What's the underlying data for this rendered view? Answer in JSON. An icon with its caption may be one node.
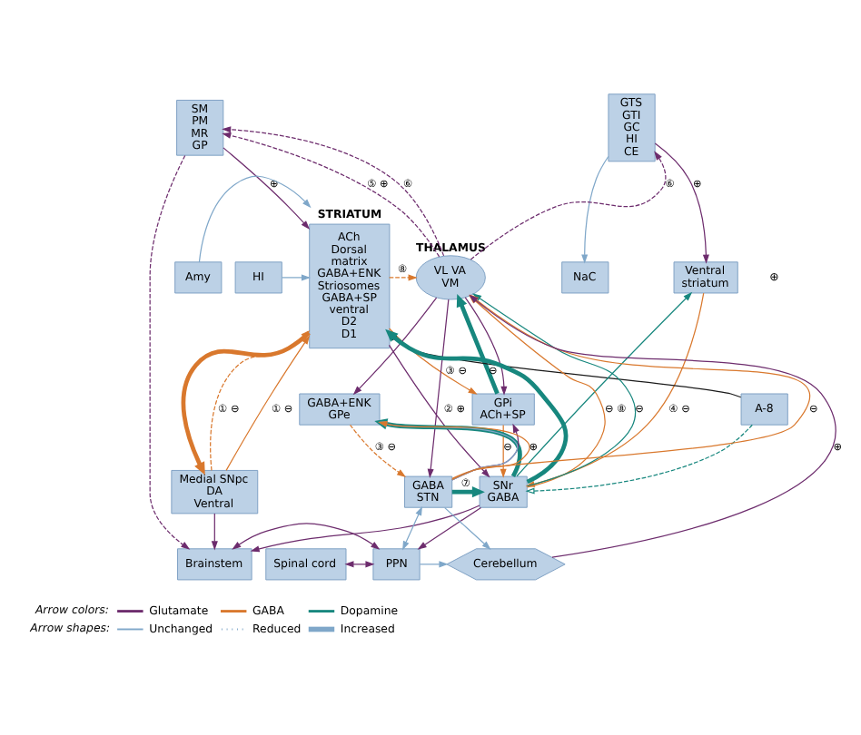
{
  "diagram": {
    "nodes": [
      {
        "text": [
          "SM",
          "PM",
          "MR",
          "GP"
        ]
      },
      {
        "text": [
          "GTS",
          "GTI",
          "GC",
          "HI",
          "CE"
        ]
      },
      {
        "text": [
          "STRIATUM",
          "ACh",
          "Dorsal matrix GABA+ENK",
          "Striosomes GABA+SP ventral",
          "D2",
          "D1"
        ]
      },
      {
        "text": [
          "Ventral striatum"
        ]
      },
      {
        "text": [
          "NaC"
        ]
      },
      {
        "text": [
          "VL VA",
          "VM"
        ],
        "beside": [
          "THALAMUS"
        ]
      },
      {
        "text": [
          "GPi",
          "ACh+SP"
        ]
      },
      {
        "text": [
          "GABA+ENK",
          "GPe"
        ]
      },
      {
        "text": [
          "A-8"
        ]
      },
      {
        "text": [
          "Amy"
        ]
      },
      {
        "text": [
          "HI"
        ]
      },
      {
        "text": [
          "Medial SNpc",
          "DA",
          "Ventral"
        ]
      },
      {
        "text": [
          "SNr",
          "GABA"
        ]
      },
      {
        "text": [
          "GABA",
          "STN"
        ]
      },
      {
        "text": [
          "Brainstem"
        ]
      },
      {
        "text": [
          "Spinal cord"
        ]
      },
      {
        "text": [
          "PPN"
        ]
      },
      {
        "text": [
          "Cerebellum"
        ]
      }
    ],
    "edges": [
      {
        "from": 5,
        "to": 0,
        "arrow": "to",
        "style": "dashed",
        "label": "⑤ ⊕"
      },
      {
        "from": 5,
        "to": 0,
        "arrow": "to",
        "style": "dashed",
        "label": "⑥"
      },
      {
        "from": 5,
        "to": 1,
        "arrow": "to",
        "style": "dashed",
        "label": "⑥"
      },
      {
        "from": 0,
        "to": 14,
        "arrow": "to",
        "style": "dashed"
      },
      {
        "from": 0,
        "to": 2,
        "arrow": "to",
        "label": "⊕"
      },
      {
        "from": 1,
        "to": 3,
        "arrow": "to",
        "label": "⊕"
      },
      {
        "from": 1,
        "to": 4,
        "arrow": "to",
        "color": "#7fa7c9"
      },
      {
        "from": 2,
        "to": 5,
        "arrow": "to",
        "style": "dashed",
        "color": "#d9782d",
        "label": "⑧"
      },
      {
        "from": 9,
        "to": 2,
        "arrow": "to",
        "color": "#7fa7c9"
      },
      {
        "from": 10,
        "to": 2,
        "arrow": "to",
        "color": "#7fa7c9"
      },
      {
        "from": 2,
        "to": 11,
        "arrow": "to",
        "style": "thick",
        "color": "#d9782d"
      },
      {
        "from": 11,
        "to": 2,
        "arrow": "to",
        "style": "dashed",
        "color": "#d9782d",
        "label": "① ⊖"
      },
      {
        "from": 11,
        "to": 2,
        "arrow": "to",
        "color": "#d9782d",
        "label": "① ⊖"
      },
      {
        "from": 2,
        "to": 12,
        "arrow": "to",
        "label": "② ⊕"
      },
      {
        "from": 2,
        "to": 6,
        "arrow": "to",
        "color": "#d9782d",
        "label": "③ ⊖"
      },
      {
        "from": 8,
        "to": 2,
        "arrow": "to",
        "color": "#1a1a1a"
      },
      {
        "from": 8,
        "to": 12,
        "arrow": "to",
        "style": "dashed",
        "color": "#17877e"
      },
      {
        "from": 12,
        "to": 3,
        "arrow": "to",
        "color": "#17877e"
      },
      {
        "from": 12,
        "to": 2,
        "arrow": "to",
        "style": "thick",
        "color": "#17877e"
      },
      {
        "from": 12,
        "to": 7,
        "arrow": "to",
        "style": "thick",
        "color": "#17877e"
      },
      {
        "from": 3,
        "to": 12,
        "arrow": "to",
        "color": "#d9782d",
        "label": "④ ⊖"
      },
      {
        "from": 6,
        "to": 12,
        "arrow": "to",
        "color": "#d9782d",
        "label": "⊖"
      },
      {
        "from": 6,
        "to": 5,
        "arrow": "to",
        "style": "thick",
        "color": "#17877e",
        "label": "⊖"
      },
      {
        "from": 5,
        "to": 6,
        "arrow": "to"
      },
      {
        "from": 5,
        "to": 7,
        "arrow": "to"
      },
      {
        "from": 5,
        "to": 13,
        "arrow": "to"
      },
      {
        "from": 13,
        "to": 6,
        "arrow": "to"
      },
      {
        "from": 13,
        "to": 7,
        "arrow": "to",
        "color": "#7fa7c9"
      },
      {
        "from": 13,
        "to": 7,
        "arrow": "to",
        "color": "#d9782d",
        "label": "⊕"
      },
      {
        "from": 7,
        "to": 13,
        "arrow": "to",
        "style": "dashed",
        "color": "#d9782d",
        "label": "③ ⊖"
      },
      {
        "from": 13,
        "to": 5,
        "arrow": "to",
        "color": "#d9782d",
        "label": "⊖"
      },
      {
        "from": 12,
        "to": 5,
        "arrow": "to",
        "color": "#d9782d",
        "label": "⊖ ⑧"
      },
      {
        "from": 12,
        "to": 5,
        "arrow": "to",
        "color": "#17877e",
        "label": "⊖"
      },
      {
        "from": 13,
        "to": 12,
        "arrow": "to",
        "style": "thick",
        "color": "#17877e",
        "label": "⑦"
      },
      {
        "from": 17,
        "to": 5,
        "arrow": "to",
        "label": "⊕"
      },
      {
        "from": 16,
        "to": 13,
        "arrow": "both",
        "color": "#7fa7c9"
      },
      {
        "from": 13,
        "to": 17,
        "arrow": "to",
        "color": "#7fa7c9"
      },
      {
        "from": 16,
        "to": 17,
        "arrow": "to",
        "color": "#7fa7c9"
      },
      {
        "from": 12,
        "to": 14,
        "arrow": "to"
      },
      {
        "from": 12,
        "to": 16,
        "arrow": "to"
      },
      {
        "from": 11,
        "to": 14,
        "arrow": "to"
      },
      {
        "from": 14,
        "to": 16,
        "arrow": "both"
      },
      {
        "from": 15,
        "to": 16,
        "arrow": "both"
      }
    ],
    "labels": [
      "⊕",
      "Arrow colors:",
      "Arrow shapes:"
    ],
    "legend": [
      {
        "text": "Glutamate",
        "color": "#6d2c6d"
      },
      {
        "text": "GABA",
        "color": "#d9782d"
      },
      {
        "text": "Dopamine",
        "color": "#17877e"
      },
      {
        "text": "Unchanged"
      },
      {
        "text": "Reduced"
      },
      {
        "text": "Increased"
      }
    ]
  }
}
